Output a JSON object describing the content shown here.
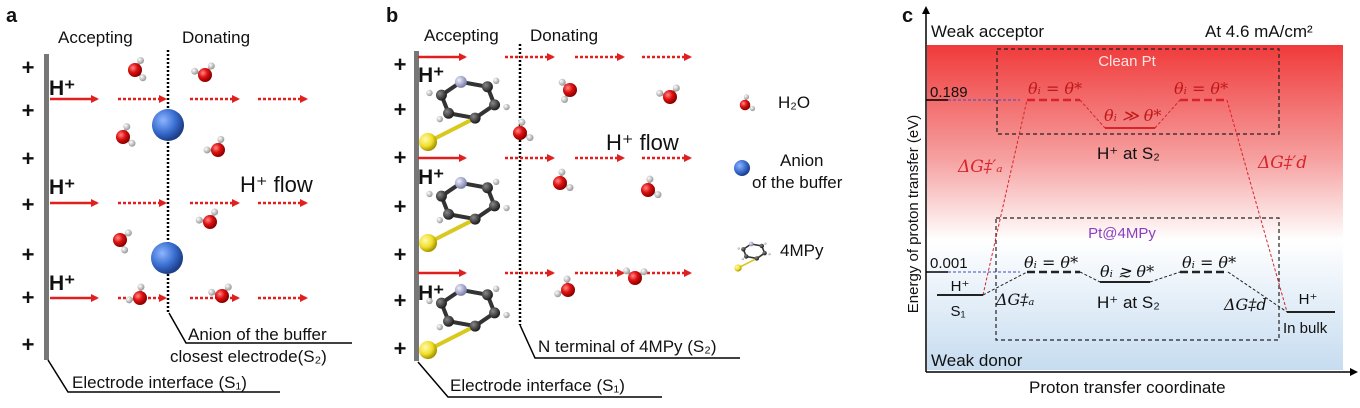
{
  "panel_a": {
    "letter": "a",
    "accepting": "Accepting",
    "donating": "Donating",
    "proton": "H⁺",
    "flow": "H⁺ flow",
    "plus": "+",
    "anion_callout_1": "Anion of the buffer",
    "anion_callout_2": "closest electrode(S₂)",
    "electrode_callout": "Electrode interface (S₁)"
  },
  "panel_b": {
    "letter": "b",
    "accepting": "Accepting",
    "donating": "Donating",
    "proton": "H⁺",
    "flow": "H⁺ flow",
    "plus": "+",
    "n_terminal_callout": "N terminal of 4MPy (S₂)",
    "electrode_callout": "Electrode interface (S₁)"
  },
  "legend": {
    "water": "H₂O",
    "anion_1": "Anion",
    "anion_2": "of the buffer",
    "mpy": "4MPy"
  },
  "panel_c": {
    "letter": "c",
    "top_label": "Weak acceptor",
    "bottom_label": "Weak donor",
    "condition": "At 4.6 mA/cm²",
    "y_axis": "Energy of proton transfer (eV)",
    "x_axis": "Proton transfer coordinate",
    "clean_pt": "Clean Pt",
    "pt_4mpy": "Pt@4MPy",
    "value_high": "0.189",
    "value_low": "0.001",
    "theta_eq": "θᵢ = θ*",
    "theta_much_greater": "θᵢ ≫ θ*",
    "theta_greater": "θᵢ ≳ θ*",
    "h_at_s2": "H⁺ at S₂",
    "h_s1_top": "H⁺",
    "h_s1_bottom": "S₁",
    "h_bulk_top": "H⁺",
    "h_bulk_bottom": "In bulk",
    "dg_a_prime": "ΔG‡′ₐ",
    "dg_d_prime": "ΔG‡′d",
    "dg_a": "ΔG‡ₐ",
    "dg_d": "ΔG‡d",
    "colors": {
      "red": "#d9232a",
      "purple": "#8a3fbf",
      "blue_dash": "#3b4fc4"
    }
  }
}
